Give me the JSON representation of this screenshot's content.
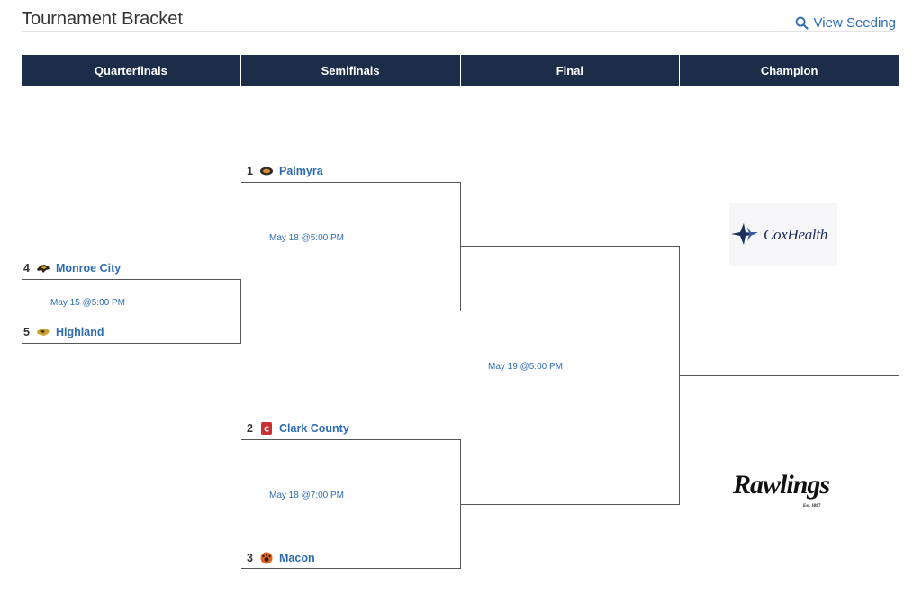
{
  "page": {
    "title": "Tournament Bracket",
    "view_seeding_label": "View Seeding"
  },
  "header": {
    "columns": [
      "Quarterfinals",
      "Semifinals",
      "Final",
      "Champion"
    ]
  },
  "quarterfinals": [
    {
      "top": {
        "seed": "4",
        "name": "Monroe City",
        "icon": "tiger-icon"
      },
      "bottom": {
        "seed": "5",
        "name": "Highland",
        "icon": "cougar-icon"
      },
      "time": "May 15 @5:00 PM"
    }
  ],
  "semifinals": [
    {
      "top": {
        "seed": "1",
        "name": "Palmyra",
        "icon": "panther-icon"
      },
      "time": "May 18 @5:00 PM"
    },
    {
      "top": {
        "seed": "2",
        "name": "Clark County",
        "icon": "cc-logo-icon"
      },
      "bottom": {
        "seed": "3",
        "name": "Macon",
        "icon": "tiger-paw-icon"
      },
      "time": "May 18 @7:00 PM"
    }
  ],
  "final": {
    "time": "May 19 @5:00 PM"
  },
  "sponsors": [
    {
      "name": "CoxHealth",
      "icon": "coxhealth-logo"
    },
    {
      "name": "Rawlings",
      "subtext": "Est. 1887",
      "icon": "rawlings-logo"
    }
  ],
  "colors": {
    "header_bg": "#1c2d4a",
    "link": "#2d6cb5",
    "line": "#555555"
  }
}
